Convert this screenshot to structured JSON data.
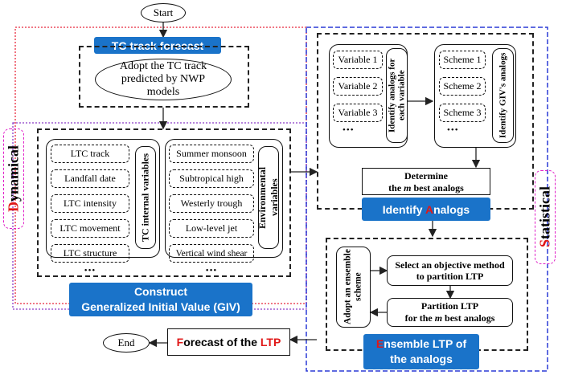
{
  "start": "Start",
  "end": "End",
  "tc_track_forecast": "TC track forecast",
  "adopt_tc_track": "Adopt the TC track predicted by NWP models",
  "dynamical": {
    "first": "D",
    "rest": "ynamical"
  },
  "statistical": {
    "first": "S",
    "rest": "tatistical"
  },
  "ltc_items": [
    "LTC track",
    "Landfall date",
    "LTC intensity",
    "LTC movement",
    "LTC structure"
  ],
  "ltc_dots": "•••",
  "tc_internal_variables": "TC internal variables",
  "env_items": [
    "Summer monsoon",
    "Subtropical high",
    "Westerly trough",
    "Low-level jet",
    "Vertical wind shear"
  ],
  "env_dots": "•••",
  "environmental_variables": "Environmental variables",
  "construct_giv": {
    "line1": "Construct",
    "line2": "Generalized Initial Value (GIV)"
  },
  "variables": [
    "Variable 1",
    "Variable 2",
    "Variable 3"
  ],
  "var_dots": "•••",
  "identify_each_variable": "Identify analogs for each variable",
  "schemes": [
    "Scheme 1",
    "Scheme 2",
    "Scheme 3"
  ],
  "scheme_dots": "•••",
  "identify_giv_analogs": "Identify GIV's analogs",
  "determine_best": {
    "line1": "Determine",
    "the": "the",
    "m": "m",
    "rest": "best analogs"
  },
  "identify_analogs": {
    "pre": "Identify ",
    "red": "A",
    "post": "nalogs"
  },
  "adopt_ensemble": "Adopt an ensemble scheme",
  "select_objective": "Select an objective method to partition LTP",
  "partition_ltp": {
    "line1": "Partition LTP",
    "pre": "for the",
    "m": "m",
    "post": "best analogs"
  },
  "ensemble_ltp": {
    "red": "E",
    "line1": "nsemble LTP of",
    "line2": "the analogs"
  },
  "forecast_ltp": {
    "red1": "F",
    "mid": "orecast of the ",
    "red2": "LTP"
  },
  "colors": {
    "blue_box": "#1a73c9",
    "red_accent": "#e01818",
    "dynamical_border": "#e8283c",
    "statistical_border": "#2a3ad6",
    "giv_border": "#8a3ac8",
    "magenta_label": "#e020c8"
  }
}
